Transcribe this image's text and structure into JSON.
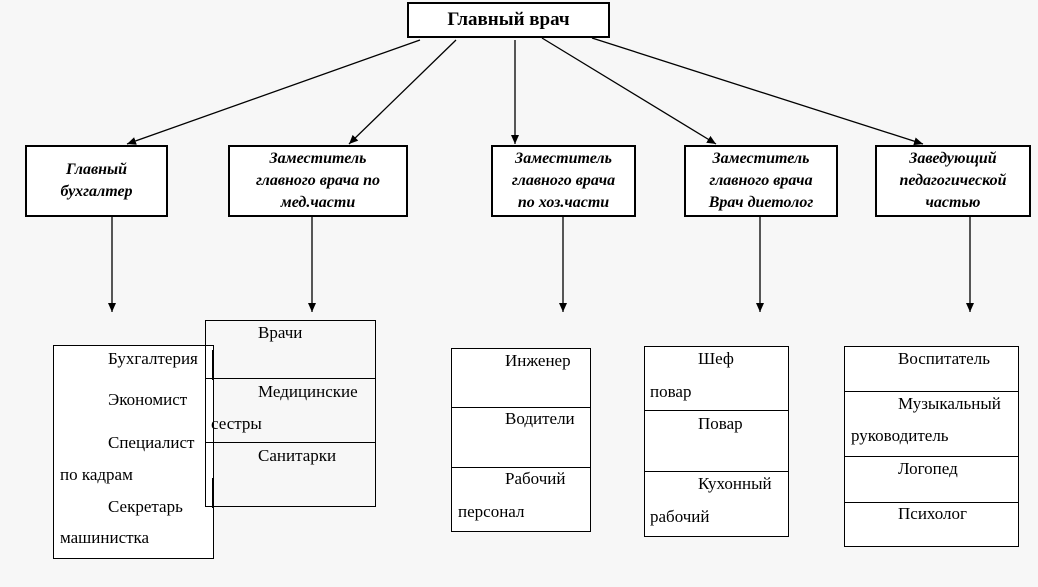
{
  "root": {
    "label": "Главный врач"
  },
  "heads": [
    {
      "label": "Главный\nбухгалтер"
    },
    {
      "label": "Заместитель\nглавного врача по\nмед.части"
    },
    {
      "label": "Заместитель\nглавного врача\nпо хоз.части"
    },
    {
      "label": "Заместитель\nглавного врача\nВрач диетолог"
    },
    {
      "label": "Заведующий\nпедагогической\nчастью"
    }
  ],
  "accounting": {
    "items": [
      "Бухгалтерия",
      "Экономист",
      "Специалист",
      "по кадрам",
      "Секретарь",
      "машинистка"
    ]
  },
  "medical": {
    "items": [
      "Врачи",
      "Медицинские",
      "сестры",
      "Санитарки"
    ]
  },
  "household": {
    "items": [
      "Инженер",
      "Водители",
      "Рабочий",
      "персонал"
    ]
  },
  "kitchen": {
    "items": [
      "Шеф",
      "повар",
      "Повар",
      "Кухонный",
      "рабочий"
    ]
  },
  "pedagogy": {
    "items": [
      "Воспитатель",
      "Музыкальный",
      "руководитель",
      "Логопед",
      "Психолог"
    ]
  }
}
